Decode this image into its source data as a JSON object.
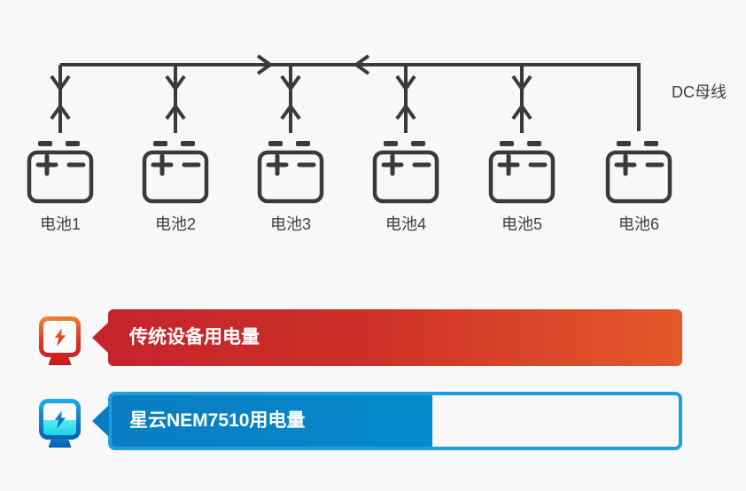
{
  "background_color": "#f8f8f8",
  "diagram": {
    "dc_bus_label": "DC母线",
    "line_color": "#3a3a3a",
    "bus_flow_arrows": [
      "right",
      "left"
    ],
    "batteries": [
      {
        "label": "电池1",
        "feed_arrows": "bidirectional"
      },
      {
        "label": "电池2",
        "feed_arrows": "bidirectional"
      },
      {
        "label": "电池3",
        "feed_arrows": "bidirectional"
      },
      {
        "label": "电池4",
        "feed_arrows": "bidirectional"
      },
      {
        "label": "电池5",
        "feed_arrows": "bidirectional"
      },
      {
        "label": "电池6",
        "feed_arrows": "none"
      }
    ]
  },
  "legend": {
    "traditional": {
      "label": "传统设备用电量",
      "bar_color_left": "#c5242c",
      "bar_color_right": "#e4592a",
      "fill_percent": 100,
      "icon": "power-meter-bolt-red"
    },
    "nebula": {
      "label": "星云NEM7510用电量",
      "fill_color_left": "#0a7cc2",
      "fill_color_right": "#058acb",
      "track_border_color": "#1e9fdc",
      "fill_percent": 56.6,
      "icon": "power-meter-bolt-blue-half"
    }
  }
}
